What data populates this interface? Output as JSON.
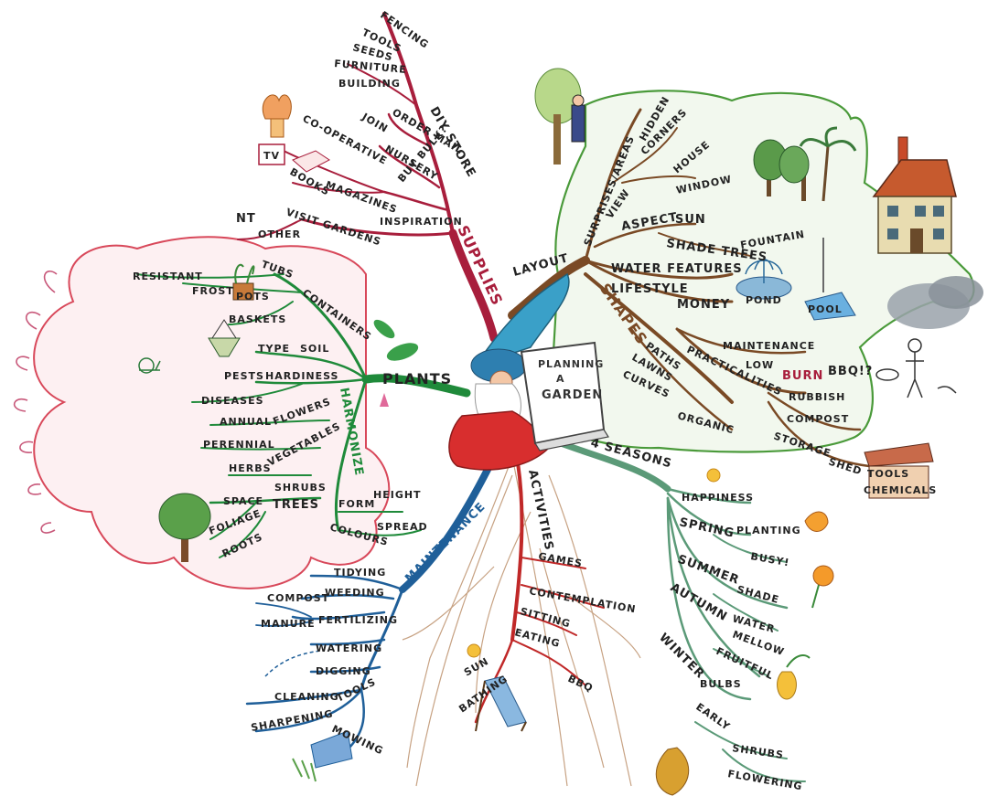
{
  "center": {
    "title_line1": "PLANNING",
    "title_line2": "A",
    "title_line3": "GARDEN"
  },
  "colors": {
    "supplies": "#a81e3c",
    "layout": "#7a4a25",
    "plants": "#1f8a3a",
    "maintenance": "#1f5f99",
    "activities": "#c02828",
    "seasons": "#5b9a78",
    "cloud_red": "#d8485a",
    "cloud_green": "#4a9a3a"
  },
  "supplies": {
    "main": "SUPPLIES",
    "diy_store": "DIY STORE",
    "fencing": "FENCING",
    "tools": "TOOLS",
    "seeds": "SEEDS",
    "furniture": "FURNITURE",
    "building": "BUILDING",
    "mail_order": "ORDER MAIL",
    "nursery": "NURSERY",
    "buy_bulk": "BUY BULK?",
    "join": "JOIN",
    "cooperative": "CO-OPERATIVE",
    "books": "BOOKS",
    "magazines": "MAGAZINES",
    "inspiration": "INSPIRATION",
    "visit_gardens": "VISIT GARDENS",
    "nt": "NT",
    "other": "OTHER",
    "tv": "TV"
  },
  "layout": {
    "main": "LAYOUT",
    "surprises": "SURPRISES/AREAS",
    "hidden": "HIDDEN",
    "corners": "CORNERS",
    "view": "VIEW",
    "house": "HOUSE",
    "window": "WINDOW",
    "aspect": "ASPECT",
    "sun": "SUN",
    "shade_trees": "SHADE TREES",
    "water_features": "WATER FEATURES",
    "fountain": "FOUNTAIN",
    "pond": "POND",
    "pool": "POOL",
    "lifestyle": "LIFESTYLE",
    "money": "MONEY",
    "shapes": "SHAPES",
    "paths": "PATHS",
    "lawns": "LAWNS",
    "curves": "CURVES",
    "organic": "ORGANIC",
    "maintenance": "MAINTENANCE",
    "low": "LOW",
    "practicalities": "PRACTICALITIES",
    "burn": "BURN",
    "bbq": "BBQ!?",
    "rubbish": "RUBBISH",
    "compost": "COMPOST",
    "storage": "STORAGE",
    "shed": "SHED",
    "tools": "TOOLS",
    "chemicals": "CHEMICALS"
  },
  "plants": {
    "main": "PLANTS",
    "containers": "CONTAINERS",
    "tubs": "TUBS",
    "pots": "POTS",
    "frost": "FROST",
    "resistant": "RESISTANT",
    "baskets": "BASKETS",
    "soil": "SOIL",
    "type": "TYPE",
    "hardiness": "HARDINESS",
    "pests": "PESTS",
    "diseases": "DISEASES",
    "harmonize": "HARMONIZE",
    "flowers": "FLOWERS",
    "annual": "ANNUAL",
    "perennial": "PERENNIAL",
    "vegetables": "VEGETABLES",
    "herbs": "HERBS",
    "shrubs": "SHRUBS",
    "trees": "TREES",
    "space": "SPACE",
    "foliage": "FOLIAGE",
    "roots": "ROOTS",
    "form": "FORM",
    "height": "HEIGHT",
    "spread": "SPREAD",
    "colours": "COLOURS"
  },
  "maintenance": {
    "main": "MAINTENANCE",
    "tidying": "TIDYING",
    "weeding": "WEEDING",
    "fertilizing": "FERTILIZING",
    "compost": "COMPOST",
    "manure": "MANURE",
    "watering": "WATERING",
    "digging": "DIGGING",
    "tools": "TOOLS",
    "cleaning": "CLEANING",
    "sharpening": "SHARPENING",
    "mowing": "MOWING"
  },
  "activities": {
    "main": "ACTIVITIES",
    "games": "GAMES",
    "contemplation": "CONTEMPLATION",
    "sitting": "SITTING",
    "eating": "EATING",
    "bbq": "BBQ",
    "sun": "SUN",
    "bathing": "BATHING"
  },
  "seasons": {
    "main": "4 SEASONS",
    "happiness": "HAPPINESS",
    "spring": "SPRING",
    "planting": "PLANTING",
    "busy": "BUSY!",
    "summer": "SUMMER",
    "shade": "SHADE",
    "water": "WATER",
    "autumn": "AUTUMN",
    "mellow": "MELLOW",
    "fruitful": "FRUITFUL",
    "winter": "WINTER",
    "bulbs": "BULBS",
    "early": "EARLY",
    "shrubs": "SHRUBS",
    "flowering": "FLOWERING"
  }
}
